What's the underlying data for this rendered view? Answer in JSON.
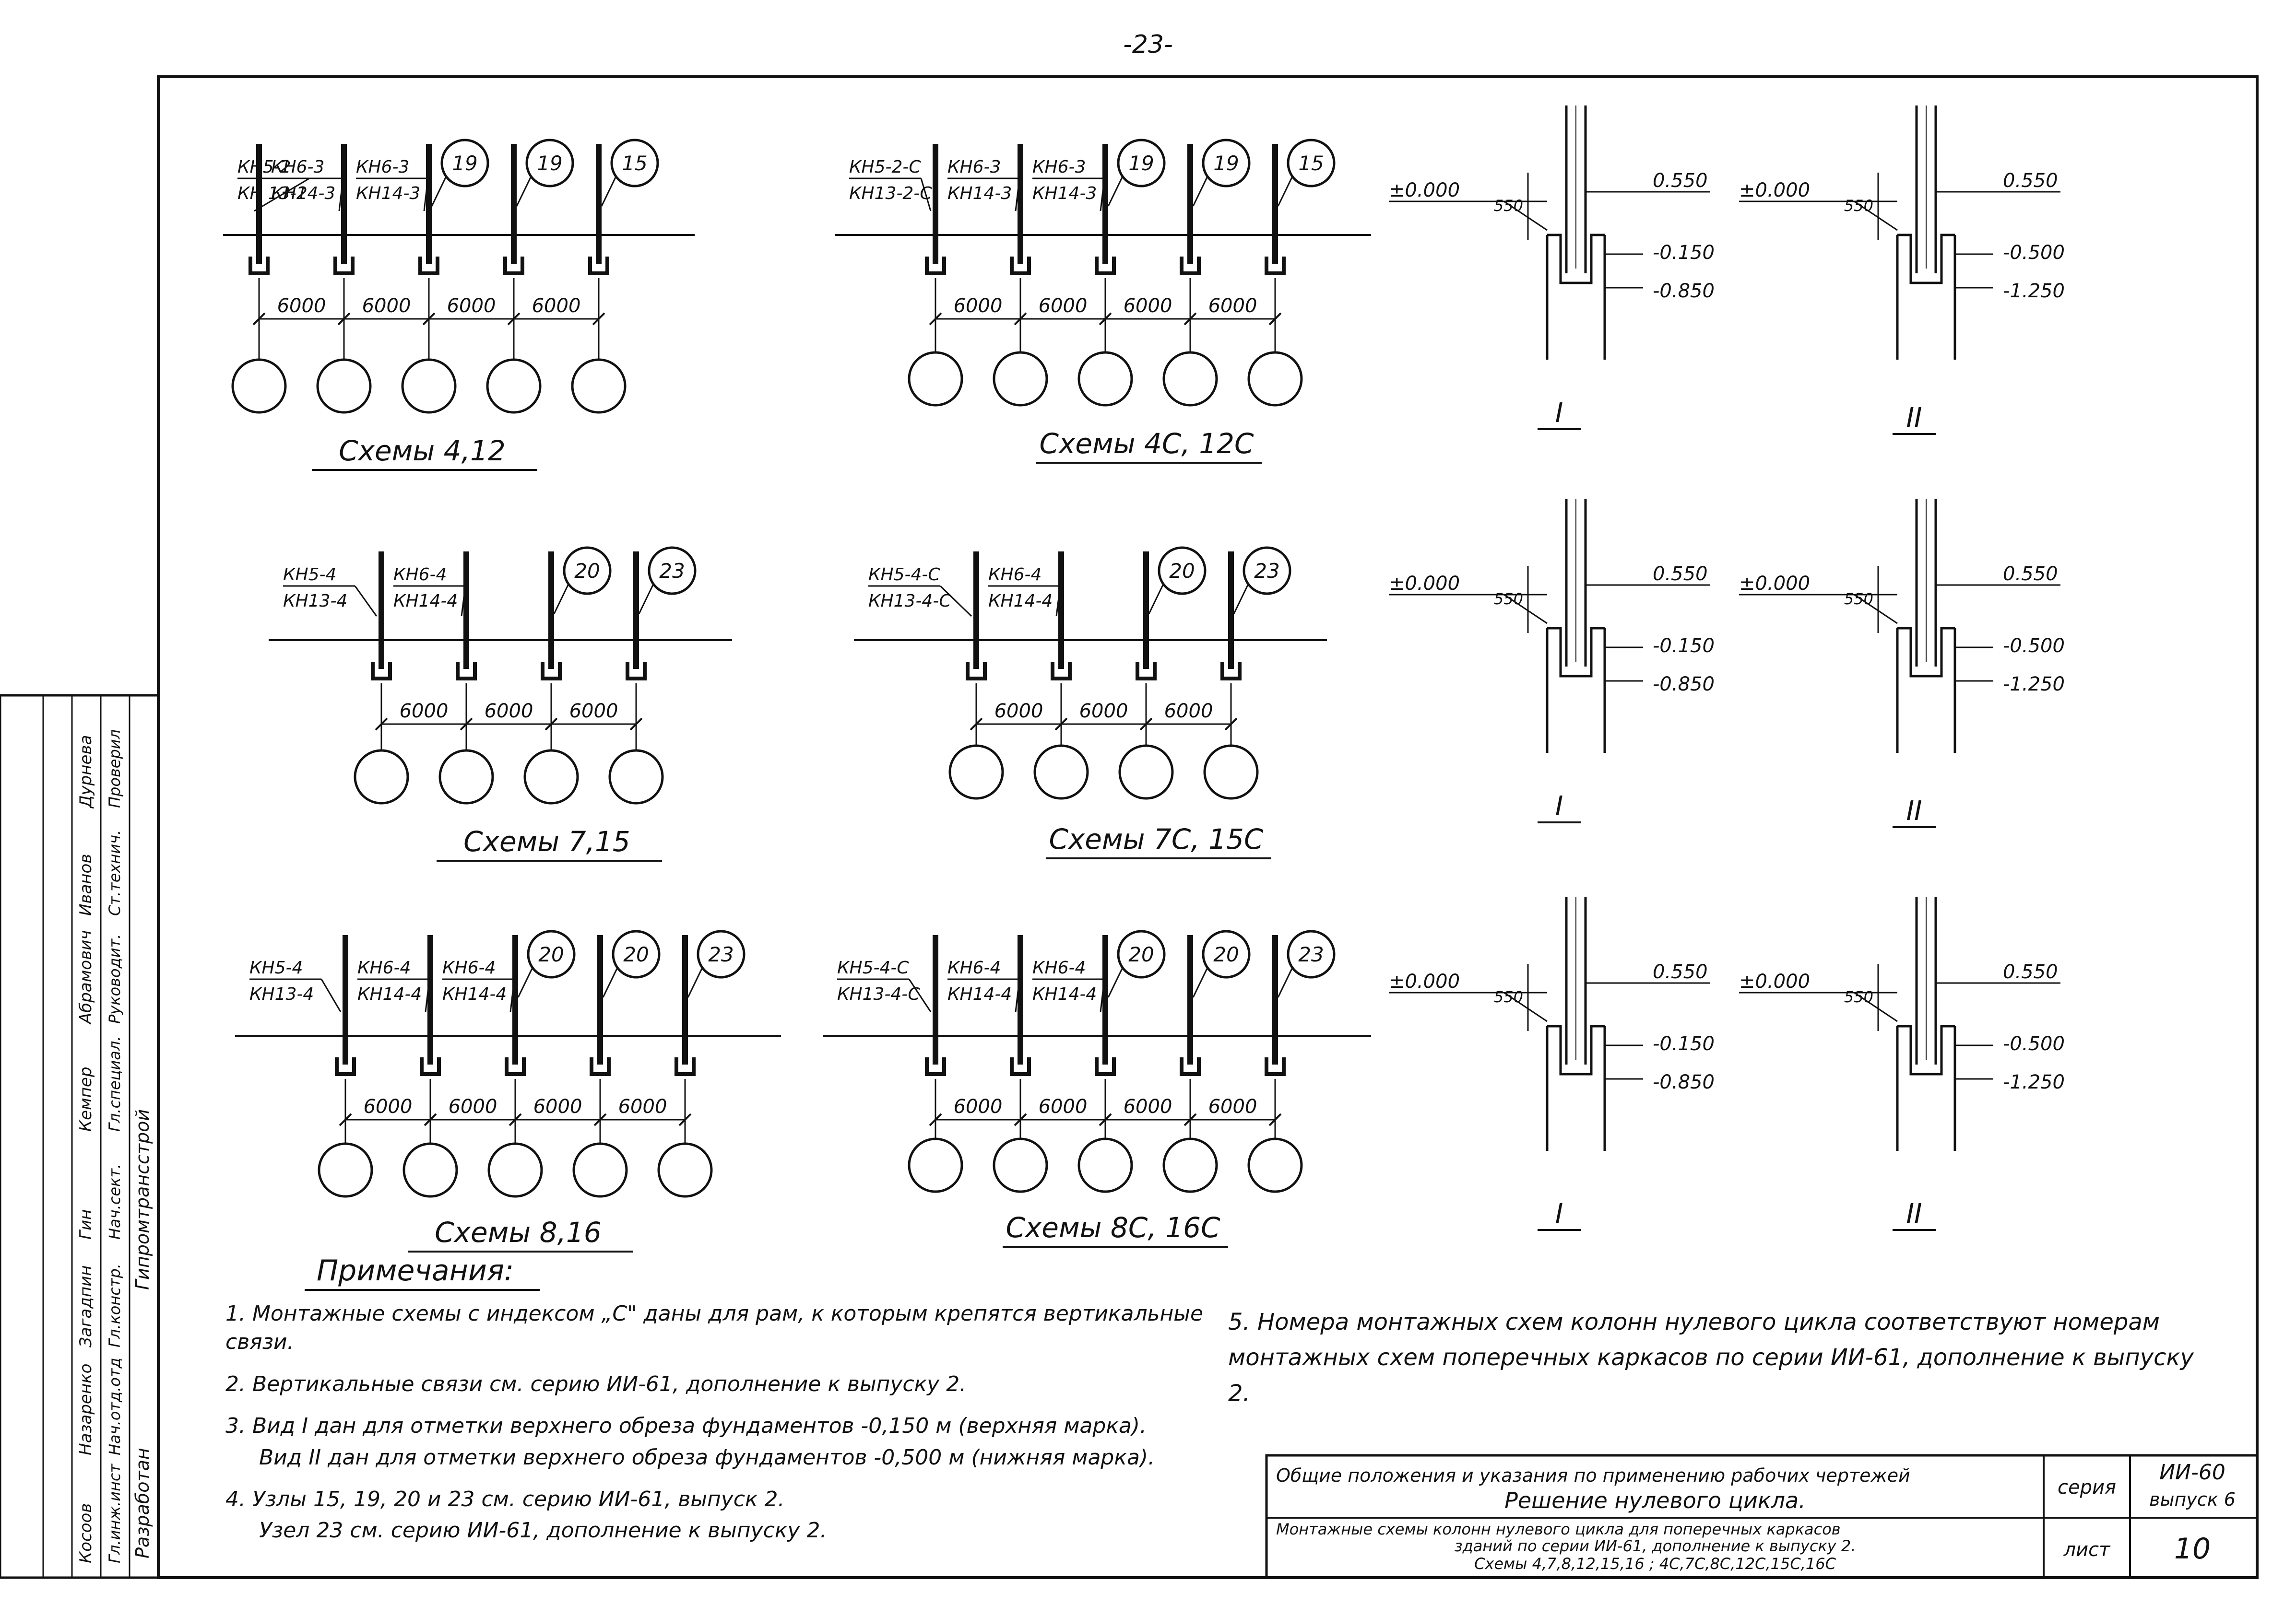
{
  "page_number": "-23-",
  "schemes": [
    {
      "title": "Схемы 4,12",
      "labels": [
        [
          "КН5-2",
          "КН 13-2"
        ],
        [
          "КН6-3",
          "КН14-3"
        ],
        [
          "КН6-3",
          "КН14-3"
        ]
      ],
      "circles": [
        "19",
        "19",
        "15"
      ],
      "spans": [
        "6000",
        "6000",
        "6000",
        "6000"
      ]
    },
    {
      "title": "Схемы 4С, 12С",
      "labels": [
        [
          "КН5-2-С",
          "КН13-2-С"
        ],
        [
          "КН6-3",
          "КН14-3"
        ],
        [
          "КН6-3",
          "КН14-3"
        ]
      ],
      "circles": [
        "19",
        "19",
        "15"
      ],
      "spans": [
        "6000",
        "6000",
        "6000",
        "6000"
      ]
    },
    {
      "title": "Схемы 7,15",
      "labels": [
        [
          "КН5-4",
          "КН13-4"
        ],
        [
          "КН6-4",
          "КН14-4"
        ]
      ],
      "circles": [
        "20",
        "23"
      ],
      "spans": [
        "6000",
        "6000",
        "6000"
      ]
    },
    {
      "title": "Схемы 7С, 15С",
      "labels": [
        [
          "КН5-4-С",
          "КН13-4-С"
        ],
        [
          "КН6-4",
          "КН14-4"
        ]
      ],
      "circles": [
        "20",
        "23"
      ],
      "spans": [
        "6000",
        "6000",
        "6000"
      ]
    },
    {
      "title": "Схемы 8,16",
      "labels": [
        [
          "КН5-4",
          "КН13-4"
        ],
        [
          "КН6-4",
          "КН14-4"
        ],
        [
          "КН6-4",
          "КН14-4"
        ]
      ],
      "circles": [
        "20",
        "20",
        "23"
      ],
      "spans": [
        "6000",
        "6000",
        "6000",
        "6000"
      ]
    },
    {
      "title": "Схемы 8С, 16С",
      "labels": [
        [
          "КН5-4-С",
          "КН13-4-С"
        ],
        [
          "КН6-4",
          "КН14-4"
        ],
        [
          "КН6-4",
          "КН14-4"
        ]
      ],
      "circles": [
        "20",
        "20",
        "23"
      ],
      "spans": [
        "6000",
        "6000",
        "6000",
        "6000"
      ]
    }
  ],
  "details": {
    "zero": "±0.000",
    "dim": "550",
    "top": "0.550",
    "I": {
      "mark": "I",
      "a": "-0.150",
      "b": "-0.850"
    },
    "II": {
      "mark": "II",
      "a": "-0.500",
      "b": "-1.250"
    }
  },
  "notes": {
    "heading": "Примечания:",
    "n1": "1.  Монтажные схемы с индексом „С\" даны для рам, к которым крепятся вертикальные связи.",
    "n2": "2.  Вертикальные связи см. серию ИИ-61, дополнение к выпуску 2.",
    "n3a": "3.  Вид I дан для отметки верхнего обреза фундаментов -0,150 м (верхняя марка).",
    "n3b": "Вид II дан для отметки верхнего обреза фундаментов -0,500 м (нижняя марка).",
    "n4a": "4.  Узлы 15, 19, 20 и 23 см. серию ИИ-61, выпуск 2.",
    "n4b": "Узел 23 см. серию ИИ-61, дополнение к выпуску 2.",
    "n5": "5.  Номера монтажных схем колонн нулевого цикла соответствуют номерам монтажных схем поперечных каркасов по серии ИИ-61, дополнение к выпуску 2."
  },
  "stamp": {
    "line1": "Общие положения и указания по применению рабочих чертежей",
    "line2": "Решение нулевого цикла.",
    "line3": "Монтажные схемы колонн нулевого цикла для поперечных каркасов",
    "line4": "зданий по серии ИИ-61, дополнение к выпуску 2.",
    "line5": "Схемы 4,7,8,12,15,16 ; 4С,7С,8С,12С,15С,16С",
    "seria_label": "серия",
    "seria_value": "ИИ-60",
    "vypusk": "выпуск 6",
    "list_label": "лист",
    "list_value": "10"
  },
  "side_block": {
    "org1": "Разработан",
    "org2": "Гипромтрансстрой",
    "rows": [
      [
        "Гл.инж.инст",
        "Косоов",
        ""
      ],
      [
        "Нач.отд.отд",
        "Назаренко",
        ""
      ],
      [
        "Гл.констр.",
        "Загадпин",
        ""
      ],
      [
        "Нач.сект.",
        "Гин",
        ""
      ],
      [
        "Гл.специал.",
        "Кемпер",
        ""
      ]
    ],
    "rows2": [
      [
        "Руководит.",
        "Абрамович",
        ""
      ],
      [
        "Ст.технич.",
        "Иванов",
        ""
      ],
      [
        "Проверил",
        "Дурнева",
        ""
      ]
    ]
  }
}
